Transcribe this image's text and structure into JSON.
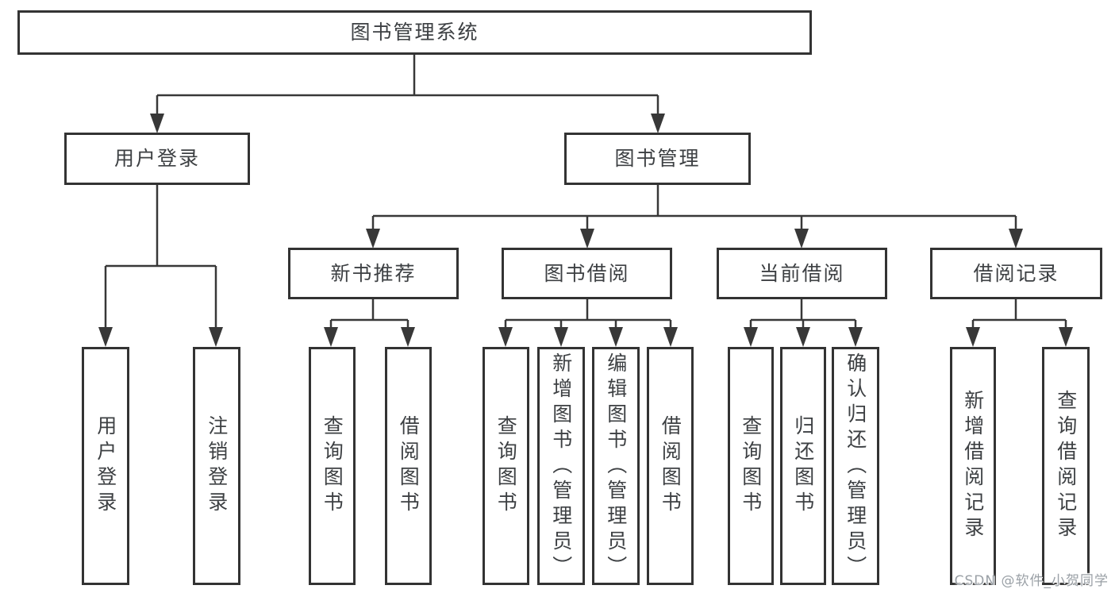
{
  "colors": {
    "line": "#383838",
    "border": "#333333",
    "text": "#3d4043",
    "background": "#ffffff",
    "watermark_text": "#9aa0a6"
  },
  "watermark": "CSDN @软件_小贺同学",
  "nodes": {
    "root": {
      "label": "图书管理系统"
    },
    "level2": [
      {
        "label": "用户登录"
      },
      {
        "label": "图书管理"
      }
    ],
    "level3": [
      {
        "label": "新书推荐"
      },
      {
        "label": "图书借阅"
      },
      {
        "label": "当前借阅"
      },
      {
        "label": "借阅记录"
      }
    ],
    "leaves": [
      {
        "label": "用户登录"
      },
      {
        "label": "注销登录"
      },
      {
        "label": "查询图书"
      },
      {
        "label": "借阅图书"
      },
      {
        "label": "查询图书"
      },
      {
        "label": "新增图书（管理员）"
      },
      {
        "label": "编辑图书（管理员）"
      },
      {
        "label": "借阅图书"
      },
      {
        "label": "查询图书"
      },
      {
        "label": "归还图书"
      },
      {
        "label": "确认归还（管理员）"
      },
      {
        "label": "新增借阅记录"
      },
      {
        "label": "查询借阅记录"
      }
    ]
  }
}
